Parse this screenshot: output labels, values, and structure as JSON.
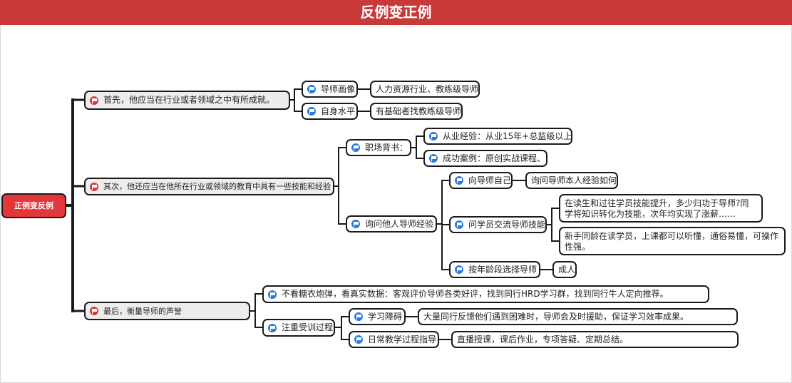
{
  "title": "反例变正例",
  "root": "正例变反例",
  "nodes": {
    "b1": "首先，他应当在行业或者领域之中有所成就。",
    "b1_1": "导师画像",
    "b1_1_1": "人力资源行业、教练级导师",
    "b1_2": "自身水平",
    "b1_2_1": "有基础者找教练级导师",
    "b2": "其次，他还应当在他所在行业或领域的教育中具有一些技能和经验",
    "b2_1": "职场背书：",
    "b2_1_1": "从业经验：从业15年+总监级以上",
    "b2_1_2": "成功案例：原创实战课程、",
    "b2_2": "询问他人导师经验",
    "b2_2_1": "向导师自己",
    "b2_2_1_1": "询问导师本人经验如何",
    "b2_2_2": "问学员交流导师技能",
    "b2_2_2_1": "在读生和过往学员技能提升，多少归功于导师?同学将知识转化为技能，次年均实现了涨薪……",
    "b2_2_2_2": "新手同龄在读学员，上课都可以听懂，通俗易懂，可操作性强。",
    "b2_2_3": "按年龄段选择导师",
    "b2_2_3_1": "成人",
    "b3": "最后，衡量导师的声誉",
    "b3_1": "不看糖衣炮弹，看真实数据：客观评价导师各类好评，找到同行HRD学习群，找到同行牛人定向推荐。",
    "b3_2": "注重受训过程",
    "b3_2_1": "学习障碍",
    "b3_2_1_1": "大量同行反馈他们遇到困难时，导师会及时援助，保证学习效率成果。",
    "b3_2_2": "日常教学过程指导",
    "b3_2_2_1": "直播授课，课后作业，专项答疑、定期总结。"
  },
  "icons": {
    "b1": "red-flag-icon",
    "b2": "red-flag-icon",
    "b3": "red-flag-icon",
    "b1_1": "blue-flag-icon",
    "b1_2": "blue-flag-icon",
    "b2_1": "blue-flag-icon",
    "b2_1_1": "blue-flag-icon",
    "b2_1_2": "blue-flag-icon",
    "b2_2": "blue-flag-icon",
    "b2_2_1": "blue-flag-icon",
    "b2_2_2": "blue-flag-icon",
    "b2_2_3": "blue-flag-icon",
    "b3_1": "blue-flag-icon",
    "b3_2": "blue-flag-icon",
    "b3_2_1": "blue-flag-icon",
    "b3_2_2": "blue-flag-icon"
  },
  "colors": {
    "title_bar": "#c8393a",
    "root_fill": "#e2363a",
    "branch_fill": "#ededed",
    "node_border": "#1a1a1a",
    "flag_blue": "#2f7ad9",
    "flag_red": "#d83a3a"
  }
}
